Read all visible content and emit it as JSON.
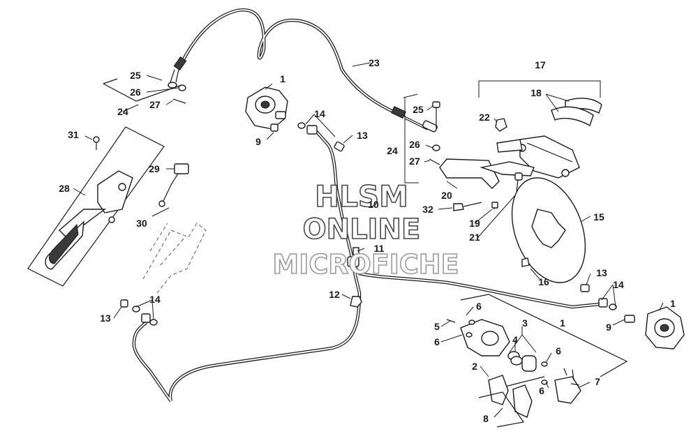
{
  "watermark": {
    "line1": "HLSM",
    "line2": "ONLINE",
    "line3": "MICROFICHE"
  },
  "callouts": [
    {
      "id": "c1a",
      "text": "1"
    },
    {
      "id": "c1b",
      "text": "1"
    },
    {
      "id": "c1c",
      "text": "1"
    },
    {
      "id": "c2",
      "text": "2"
    },
    {
      "id": "c3",
      "text": "3"
    },
    {
      "id": "c4",
      "text": "4"
    },
    {
      "id": "c5",
      "text": "5"
    },
    {
      "id": "c6a",
      "text": "6"
    },
    {
      "id": "c6b",
      "text": "6"
    },
    {
      "id": "c6c",
      "text": "6"
    },
    {
      "id": "c6d",
      "text": "6"
    },
    {
      "id": "c7",
      "text": "7"
    },
    {
      "id": "c8",
      "text": "8"
    },
    {
      "id": "c9a",
      "text": "9"
    },
    {
      "id": "c9b",
      "text": "9"
    },
    {
      "id": "c10",
      "text": "10"
    },
    {
      "id": "c11",
      "text": "11"
    },
    {
      "id": "c12",
      "text": "12"
    },
    {
      "id": "c13a",
      "text": "13"
    },
    {
      "id": "c13b",
      "text": "13"
    },
    {
      "id": "c13c",
      "text": "13"
    },
    {
      "id": "c14a",
      "text": "14"
    },
    {
      "id": "c14b",
      "text": "14"
    },
    {
      "id": "c14c",
      "text": "14"
    },
    {
      "id": "c15",
      "text": "15"
    },
    {
      "id": "c16",
      "text": "16"
    },
    {
      "id": "c17",
      "text": "17"
    },
    {
      "id": "c18",
      "text": "18"
    },
    {
      "id": "c19",
      "text": "19"
    },
    {
      "id": "c20",
      "text": "20"
    },
    {
      "id": "c21",
      "text": "21"
    },
    {
      "id": "c22",
      "text": "22"
    },
    {
      "id": "c23",
      "text": "23"
    },
    {
      "id": "c24a",
      "text": "24"
    },
    {
      "id": "c24b",
      "text": "24"
    },
    {
      "id": "c25a",
      "text": "25"
    },
    {
      "id": "c25b",
      "text": "25"
    },
    {
      "id": "c26a",
      "text": "26"
    },
    {
      "id": "c26b",
      "text": "26"
    },
    {
      "id": "c27a",
      "text": "27"
    },
    {
      "id": "c27b",
      "text": "27"
    },
    {
      "id": "c28",
      "text": "28"
    },
    {
      "id": "c29",
      "text": "29"
    },
    {
      "id": "c30",
      "text": "30"
    },
    {
      "id": "c31",
      "text": "31"
    },
    {
      "id": "c32",
      "text": "32"
    }
  ]
}
